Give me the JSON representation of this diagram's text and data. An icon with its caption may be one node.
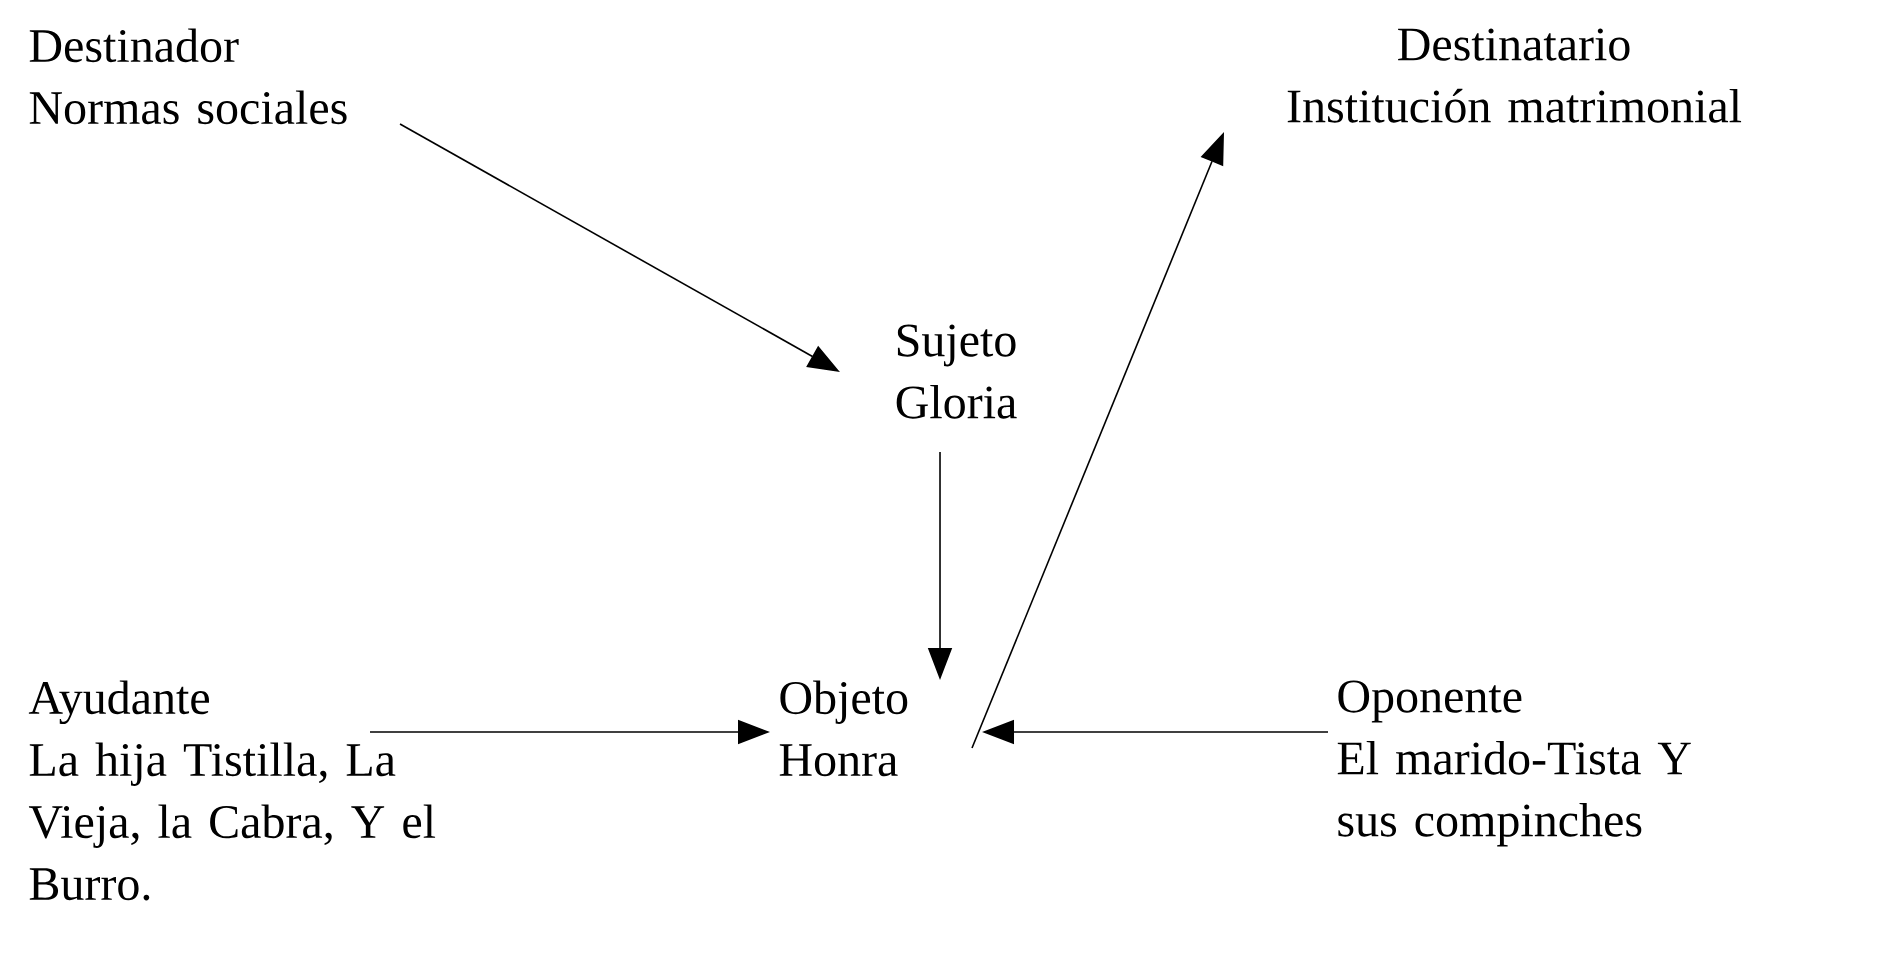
{
  "diagram": {
    "nodes": [
      {
        "text": [
          "Destinador",
          "Normas sociales"
        ]
      },
      {
        "text": [
          "Destinatario",
          "Institución matrimonial"
        ]
      },
      {
        "text": [
          "Sujeto",
          "Gloria"
        ]
      },
      {
        "text": [
          "Ayudante",
          "La hija Tistilla, La Vieja, la Cabra, Y el Burro."
        ]
      },
      {
        "text": [
          "Objeto",
          "Honra"
        ]
      },
      {
        "text": [
          "Oponente",
          "El marido-Tista Y sus compinches"
        ]
      }
    ],
    "edges": [
      {
        "from": 0,
        "to": 2,
        "arrow": "to"
      },
      {
        "from": 4,
        "to": 1,
        "arrow": "to"
      },
      {
        "from": 2,
        "to": 4,
        "arrow": "to"
      },
      {
        "from": 3,
        "to": 4,
        "arrow": "to"
      },
      {
        "from": 5,
        "to": 4,
        "arrow": "to"
      }
    ]
  }
}
